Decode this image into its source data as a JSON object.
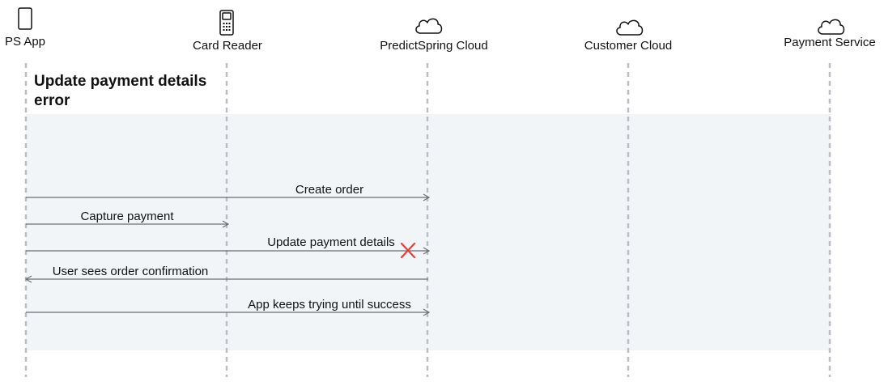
{
  "title_lines": [
    "Update payment details",
    "error"
  ],
  "colors": {
    "band": "#f2f5f8",
    "lifeline": "#bdbdc5",
    "arrow": "#6e6e73",
    "error": "#e0403a",
    "text": "#111111"
  },
  "actors": [
    {
      "id": "ps-app",
      "label": "PS App",
      "icon": "mobile-phone-icon"
    },
    {
      "id": "card-reader",
      "label": "Card Reader",
      "icon": "card-reader-icon"
    },
    {
      "id": "predictspring-cloud",
      "label": "PredictSpring Cloud",
      "icon": "cloud-icon"
    },
    {
      "id": "customer-cloud",
      "label": "Customer Cloud",
      "icon": "cloud-icon"
    },
    {
      "id": "payment-service",
      "label": "Payment Service",
      "icon": "cloud-icon"
    }
  ],
  "messages": [
    {
      "label": "Create order",
      "from": "ps-app",
      "to": "predictspring-cloud",
      "error": false
    },
    {
      "label": "Capture payment",
      "from": "ps-app",
      "to": "card-reader",
      "error": false
    },
    {
      "label": "Update payment details",
      "from": "ps-app",
      "to": "predictspring-cloud",
      "error": true
    },
    {
      "label": "User sees order confirmation",
      "from": "predictspring-cloud",
      "to": "ps-app",
      "error": false
    },
    {
      "label": "App keeps trying until success",
      "from": "ps-app",
      "to": "predictspring-cloud",
      "error": false
    }
  ]
}
